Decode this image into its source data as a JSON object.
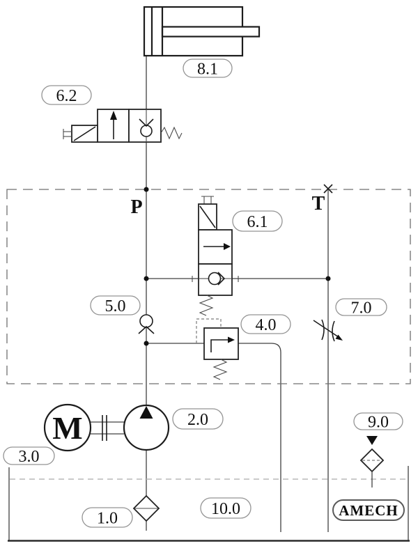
{
  "ports": {
    "p": "P",
    "t": "T"
  },
  "motor": {
    "letter": "M"
  },
  "brand": {
    "name": "AMECH"
  },
  "labels": {
    "suction_filter": "1.0",
    "pump": "2.0",
    "motor": "3.0",
    "relief_valve": "4.0",
    "check_valve": "5.0",
    "solenoid_valve_vertical": "6.1",
    "solenoid_valve_horizontal": "6.2",
    "flow_control_valve": "7.0",
    "cylinder": "8.1",
    "air_breather": "9.0",
    "tank": "10.0"
  },
  "colors": {
    "ink": "#1c1c1c",
    "line": "#404040",
    "boundary": "#6f6f6f",
    "label_border": "#949494",
    "fluid_level": "#b8b8b8"
  }
}
